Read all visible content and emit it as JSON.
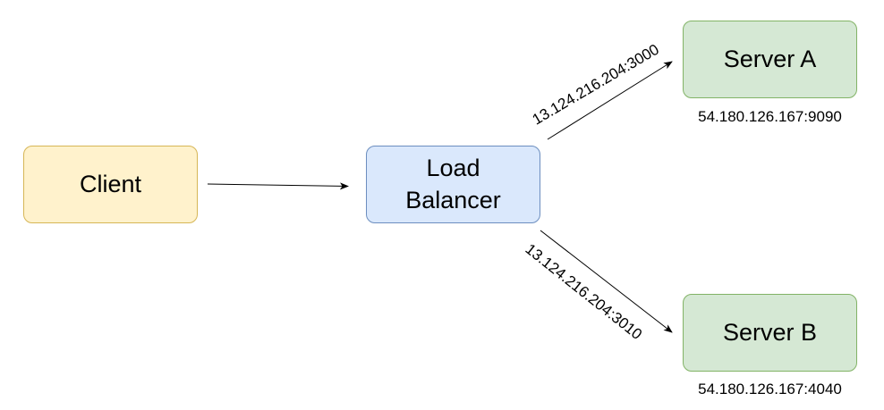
{
  "nodes": {
    "client": "Client",
    "load_balancer": "Load\nBalancer",
    "server_a": "Server A",
    "server_b": "Server B"
  },
  "addresses": {
    "server_a": "54.180.126.167:9090",
    "server_b": "54.180.126.167:4040"
  },
  "edges": {
    "to_server_a": "13.124.216.204:3000",
    "to_server_b": "13.124.216.204:3010"
  },
  "colors": {
    "client_fill": "#fff2cc",
    "client_stroke": "#d6b656",
    "load_balancer_fill": "#dae8fc",
    "load_balancer_stroke": "#6c8ebf",
    "server_fill": "#d5e8d4",
    "server_stroke": "#82b366",
    "arrow": "#000000"
  }
}
